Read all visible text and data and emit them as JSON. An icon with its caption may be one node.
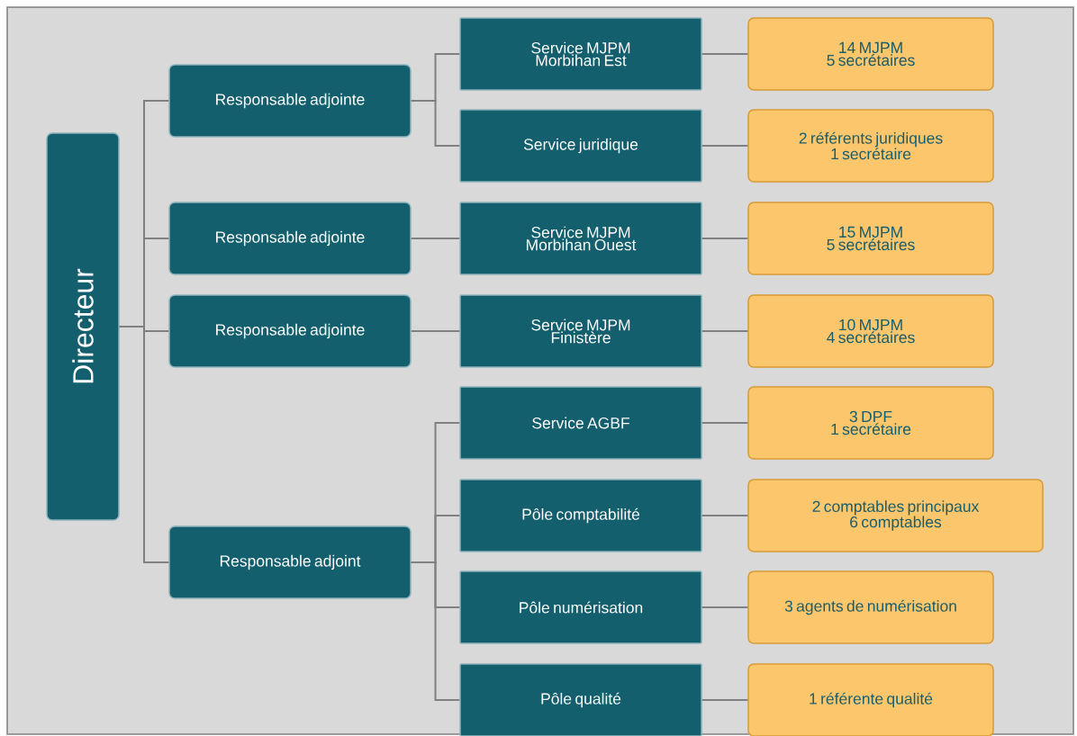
{
  "diagram": {
    "nodes": [
      {
        "text": [
          "Directeur"
        ]
      },
      {
        "text": [
          "Responsable adjointe"
        ]
      },
      {
        "text": [
          "Service MJPM",
          "Morbihan Est"
        ]
      },
      {
        "text": [
          "14 MJPM",
          "5 secrétaires"
        ]
      },
      {
        "text": [
          "Service juridique"
        ]
      },
      {
        "text": [
          "2 référents juridiques",
          "1 secrétaire"
        ]
      },
      {
        "text": [
          "Responsable adjointe"
        ]
      },
      {
        "text": [
          "Service MJPM",
          "Morbihan Ouest"
        ]
      },
      {
        "text": [
          "15 MJPM",
          "5 secrétaires"
        ]
      },
      {
        "text": [
          "Responsable adjointe"
        ]
      },
      {
        "text": [
          "Service MJPM",
          "Finistère"
        ]
      },
      {
        "text": [
          "10 MJPM",
          "4 secrétaires"
        ]
      },
      {
        "text": [
          "Responsable adjoint"
        ]
      },
      {
        "text": [
          "Service AGBF"
        ]
      },
      {
        "text": [
          "3 DPF",
          "1 secrétaire"
        ]
      },
      {
        "text": [
          "Pôle comptabilité"
        ]
      },
      {
        "text": [
          "2 comptables principaux",
          "6 comptables"
        ]
      },
      {
        "text": [
          "Pôle numérisation"
        ]
      },
      {
        "text": [
          "3 agents de numérisation"
        ]
      },
      {
        "text": [
          "Pôle qualité"
        ]
      },
      {
        "text": [
          "1 référente qualité"
        ]
      }
    ],
    "edges": [
      {
        "from": 0,
        "to": 1,
        "arrow": "none"
      },
      {
        "from": 0,
        "to": 6,
        "arrow": "none"
      },
      {
        "from": 0,
        "to": 9,
        "arrow": "none"
      },
      {
        "from": 0,
        "to": 12,
        "arrow": "none"
      },
      {
        "from": 1,
        "to": 2,
        "arrow": "none"
      },
      {
        "from": 1,
        "to": 4,
        "arrow": "none"
      },
      {
        "from": 2,
        "to": 3,
        "arrow": "none"
      },
      {
        "from": 4,
        "to": 5,
        "arrow": "none"
      },
      {
        "from": 6,
        "to": 7,
        "arrow": "none"
      },
      {
        "from": 7,
        "to": 8,
        "arrow": "none"
      },
      {
        "from": 9,
        "to": 10,
        "arrow": "none"
      },
      {
        "from": 10,
        "to": 11,
        "arrow": "none"
      },
      {
        "from": 12,
        "to": 13,
        "arrow": "none"
      },
      {
        "from": 12,
        "to": 15,
        "arrow": "none"
      },
      {
        "from": 12,
        "to": 17,
        "arrow": "none"
      },
      {
        "from": 12,
        "to": 19,
        "arrow": "none"
      },
      {
        "from": 13,
        "to": 14,
        "arrow": "none"
      },
      {
        "from": 15,
        "to": 16,
        "arrow": "none"
      },
      {
        "from": 17,
        "to": 18,
        "arrow": "none"
      },
      {
        "from": 19,
        "to": 20,
        "arrow": "none"
      }
    ]
  }
}
